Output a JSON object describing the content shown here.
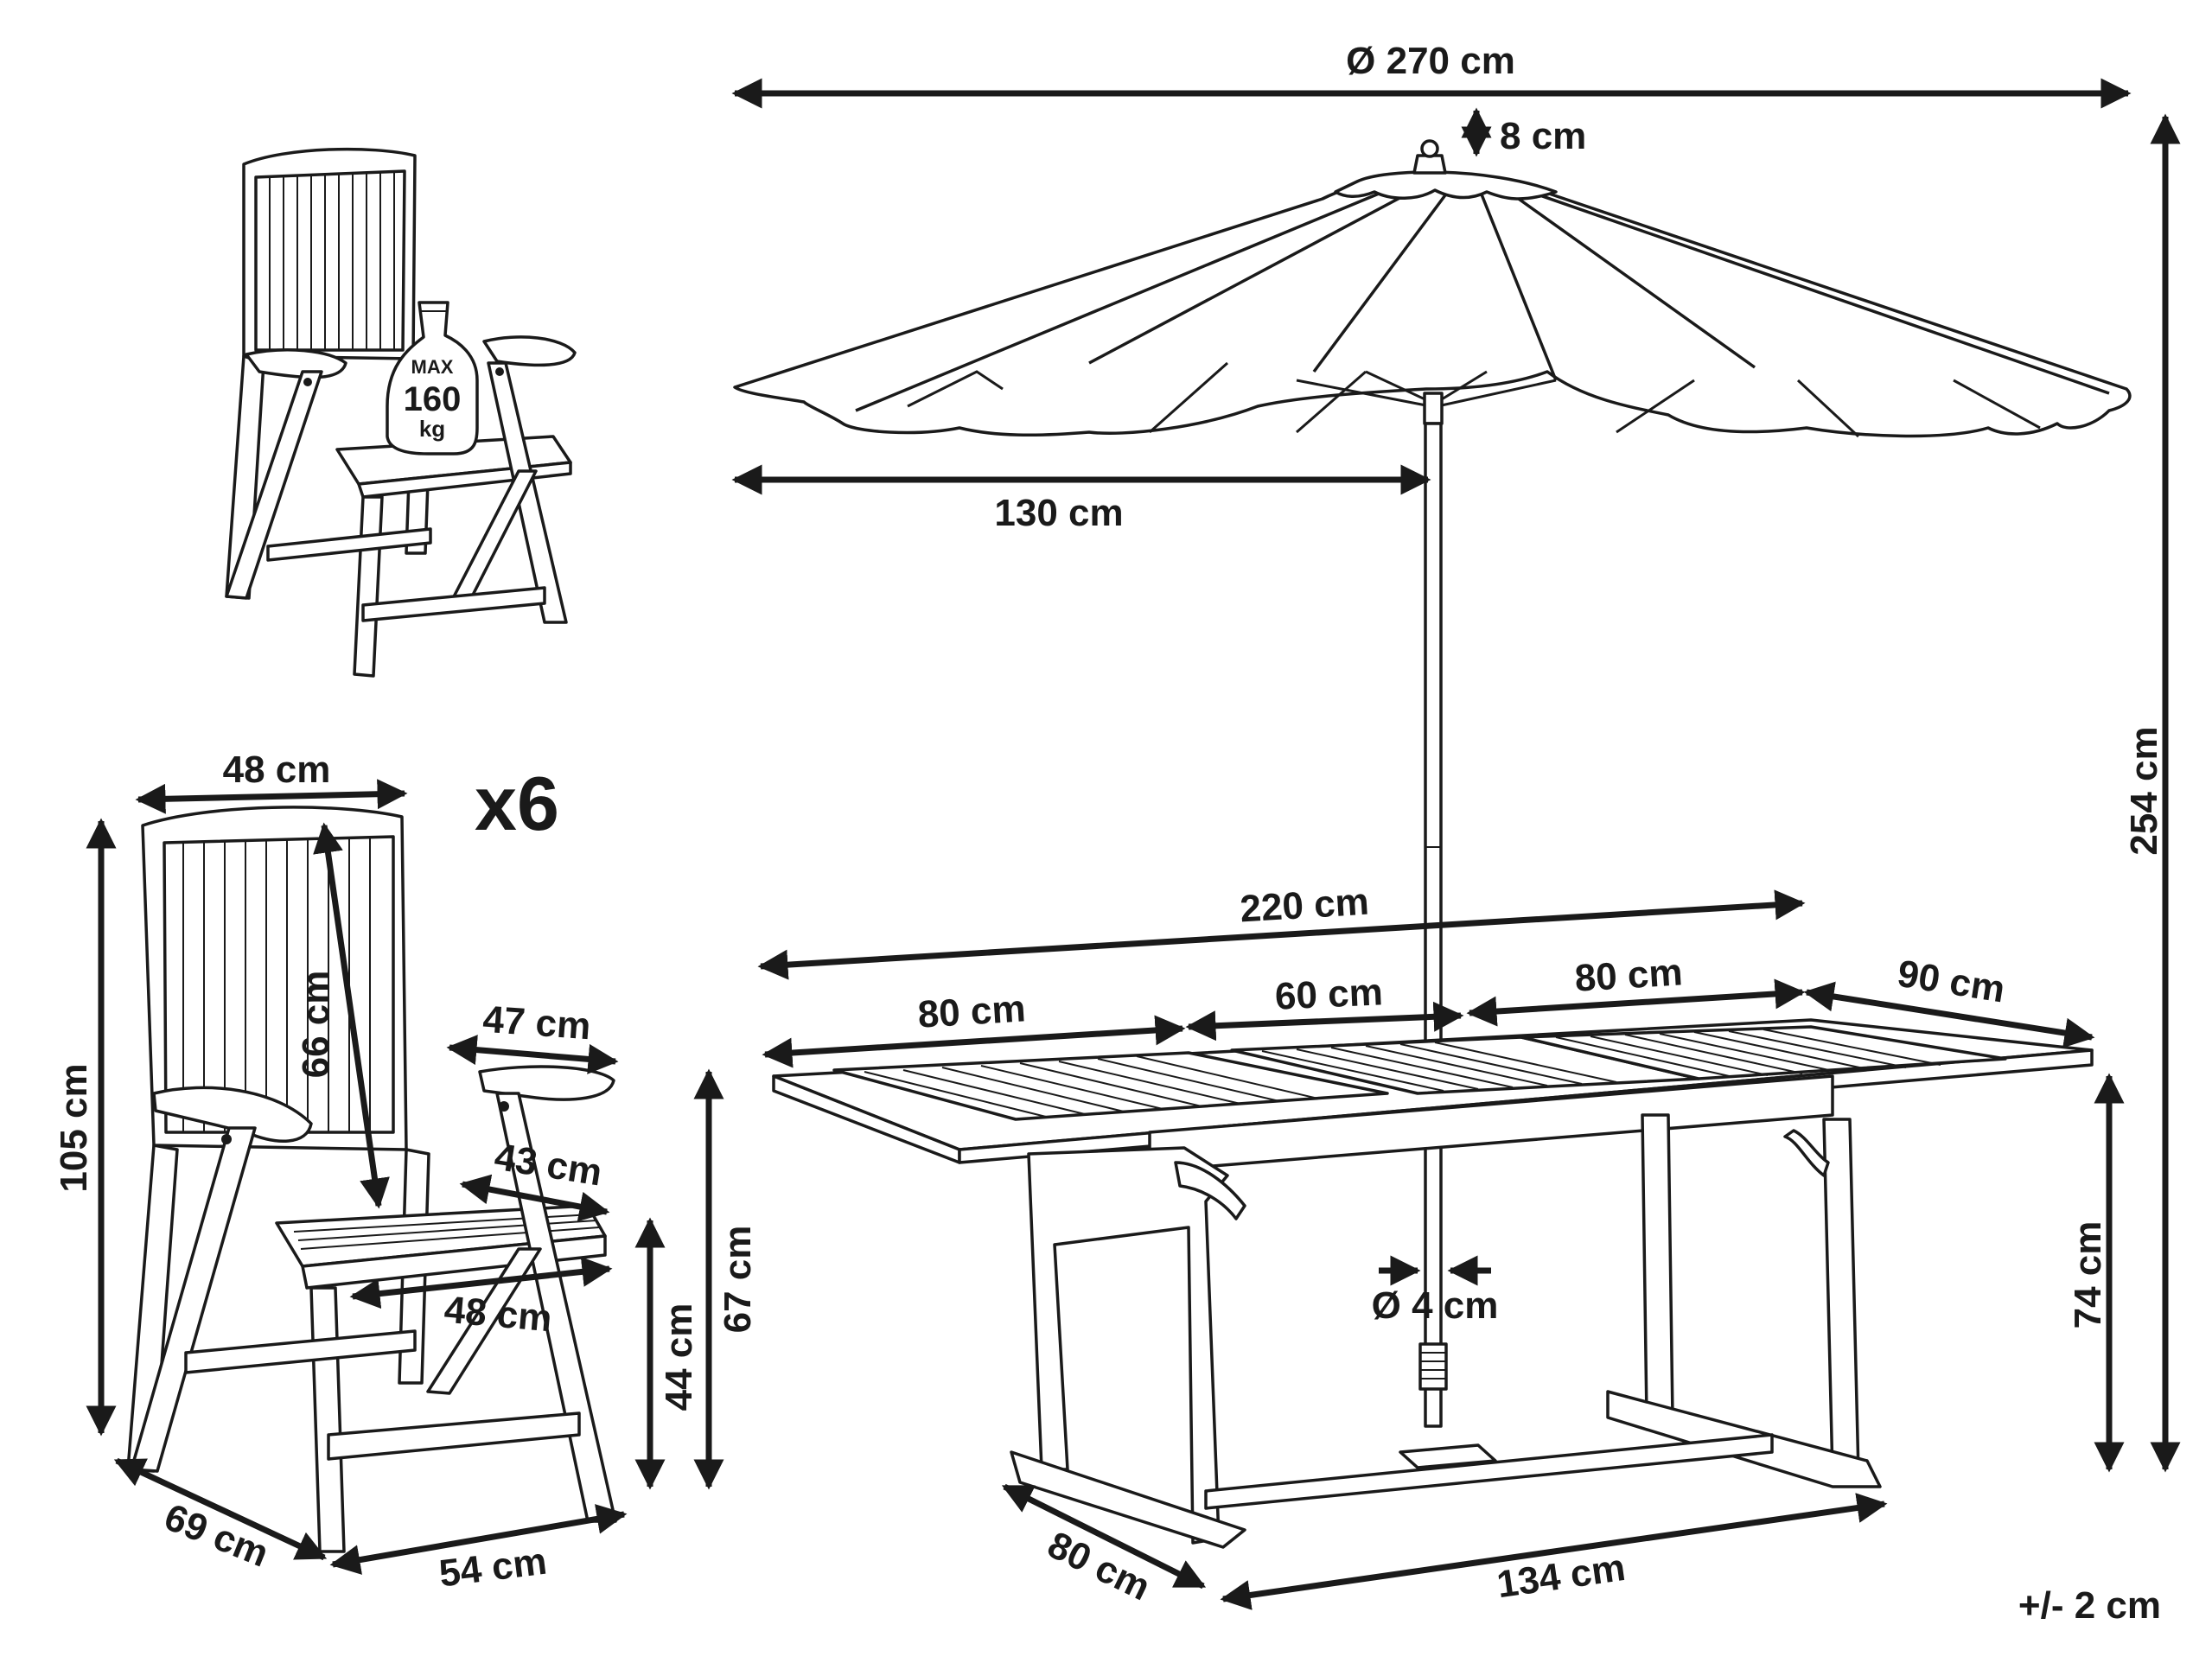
{
  "umbrella": {
    "diameter": "Ø 270 cm",
    "top": "8 cm",
    "radius": "130 cm",
    "height": "254 cm",
    "pole": "Ø 4 cm"
  },
  "table": {
    "full_length": "220 cm",
    "left_panel": "80 cm",
    "middle_panel": "60 cm",
    "right_panel": "80 cm",
    "depth_top": "90 cm",
    "height": "74 cm",
    "base_length": "134 cm",
    "base_depth": "80 cm"
  },
  "chair": {
    "quantity": "x6",
    "back_width": "48 cm",
    "back_height": "66 cm",
    "armrest_width": "47 cm",
    "seat_depth": "43 cm",
    "seat_width": "48 cm",
    "total_height": "105 cm",
    "armrest_height": "67 cm",
    "seat_height": "44 cm",
    "footprint_depth": "69 cm",
    "footprint_width": "54 cm"
  },
  "load": {
    "line1": "MAX",
    "line2": "160",
    "line3": "kg"
  },
  "tolerance": "+/- 2 cm"
}
